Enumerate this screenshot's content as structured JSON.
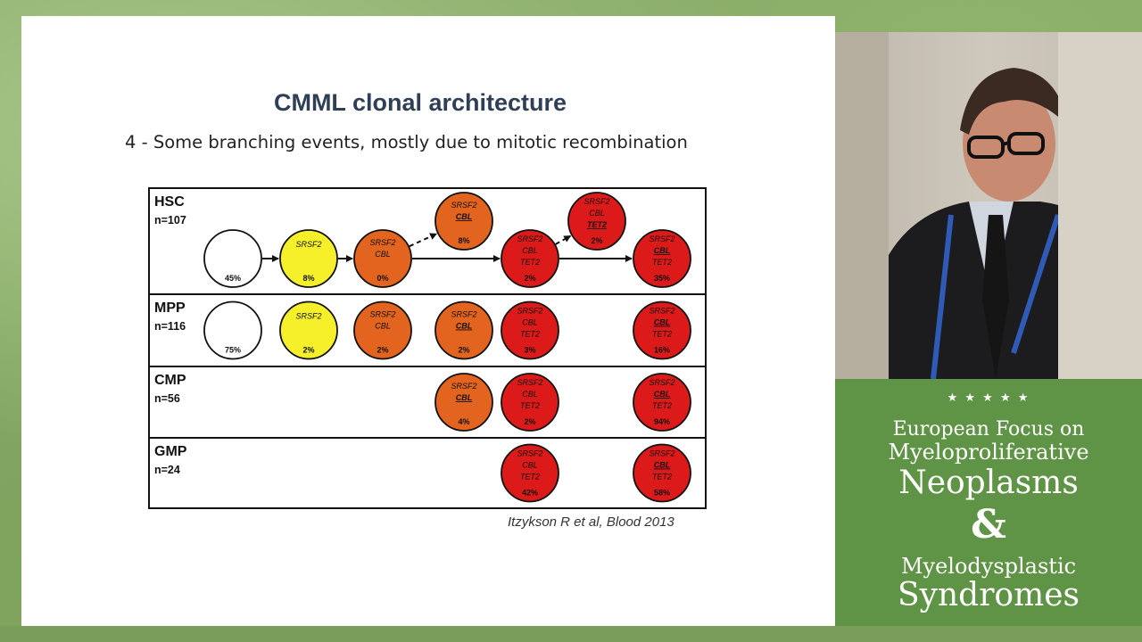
{
  "slide": {
    "title": "CMML clonal architecture",
    "subtitle": "4 - Some branching events, mostly due to mitotic recombination",
    "citation": "Itzykson R et al, Blood 2013"
  },
  "colors": {
    "white": "#ffffff",
    "yellow": "#f5f02a",
    "orange": "#e2641e",
    "red": "#dc1a1a"
  },
  "diagram": {
    "rows": [
      {
        "name": "HSC",
        "n": "n=107",
        "clones": [
          {
            "col": 0,
            "sub": 0,
            "color": "white",
            "genes": [],
            "pct": "45%"
          },
          {
            "col": 1,
            "sub": 0,
            "color": "yellow",
            "genes": [
              {
                "t": "SRSF2"
              }
            ],
            "pct": "8%"
          },
          {
            "col": 2,
            "sub": 0,
            "color": "orange",
            "genes": [
              {
                "t": "SRSF2"
              },
              {
                "t": "CBL"
              }
            ],
            "pct": "0%"
          },
          {
            "col": 3,
            "sub": -1,
            "color": "orange",
            "genes": [
              {
                "t": "SRSF2"
              },
              {
                "t": "CBL",
                "u": true
              }
            ],
            "pct": "8%"
          },
          {
            "col": 4,
            "sub": 0,
            "color": "red",
            "genes": [
              {
                "t": "SRSF2"
              },
              {
                "t": "CBL"
              },
              {
                "t": "TET2"
              }
            ],
            "pct": "2%"
          },
          {
            "col": 5,
            "sub": -1,
            "color": "red",
            "genes": [
              {
                "t": "SRSF2"
              },
              {
                "t": "CBL"
              },
              {
                "t": "TET2",
                "u": true
              }
            ],
            "pct": "2%"
          },
          {
            "col": 6,
            "sub": 0,
            "color": "red",
            "genes": [
              {
                "t": "SRSF2"
              },
              {
                "t": "CBL",
                "u": true
              },
              {
                "t": "TET2"
              }
            ],
            "pct": "35%"
          }
        ]
      },
      {
        "name": "MPP",
        "n": "n=116",
        "clones": [
          {
            "col": 0,
            "sub": 0,
            "color": "white",
            "genes": [],
            "pct": "75%"
          },
          {
            "col": 1,
            "sub": 0,
            "color": "yellow",
            "genes": [
              {
                "t": "SRSF2"
              }
            ],
            "pct": "2%"
          },
          {
            "col": 2,
            "sub": 0,
            "color": "orange",
            "genes": [
              {
                "t": "SRSF2"
              },
              {
                "t": "CBL"
              }
            ],
            "pct": "2%"
          },
          {
            "col": 3,
            "sub": 0,
            "color": "orange",
            "genes": [
              {
                "t": "SRSF2"
              },
              {
                "t": "CBL",
                "u": true
              }
            ],
            "pct": "2%"
          },
          {
            "col": 4,
            "sub": 0,
            "color": "red",
            "genes": [
              {
                "t": "SRSF2"
              },
              {
                "t": "CBL"
              },
              {
                "t": "TET2"
              }
            ],
            "pct": "3%"
          },
          {
            "col": 6,
            "sub": 0,
            "color": "red",
            "genes": [
              {
                "t": "SRSF2"
              },
              {
                "t": "CBL",
                "u": true
              },
              {
                "t": "TET2"
              }
            ],
            "pct": "16%"
          }
        ]
      },
      {
        "name": "CMP",
        "n": "n=56",
        "clones": [
          {
            "col": 3,
            "sub": 0,
            "color": "orange",
            "genes": [
              {
                "t": "SRSF2"
              },
              {
                "t": "CBL",
                "u": true
              }
            ],
            "pct": "4%"
          },
          {
            "col": 4,
            "sub": 0,
            "color": "red",
            "genes": [
              {
                "t": "SRSF2"
              },
              {
                "t": "CBL"
              },
              {
                "t": "TET2"
              }
            ],
            "pct": "2%"
          },
          {
            "col": 6,
            "sub": 0,
            "color": "red",
            "genes": [
              {
                "t": "SRSF2"
              },
              {
                "t": "CBL",
                "u": true
              },
              {
                "t": "TET2"
              }
            ],
            "pct": "94%"
          }
        ]
      },
      {
        "name": "GMP",
        "n": "n=24",
        "clones": [
          {
            "col": 4,
            "sub": 0,
            "color": "red",
            "genes": [
              {
                "t": "SRSF2"
              },
              {
                "t": "CBL"
              },
              {
                "t": "TET2"
              }
            ],
            "pct": "42%"
          },
          {
            "col": 6,
            "sub": 0,
            "color": "red",
            "genes": [
              {
                "t": "SRSF2"
              },
              {
                "t": "CBL",
                "u": true
              },
              {
                "t": "TET2"
              }
            ],
            "pct": "58%"
          }
        ]
      }
    ],
    "arrows": [
      {
        "from": 0,
        "to": 1,
        "style": "solid"
      },
      {
        "from": 1,
        "to": 2,
        "style": "solid"
      },
      {
        "from": 2,
        "to": 3,
        "style": "dashed"
      },
      {
        "from": 2,
        "to": 4,
        "style": "solid"
      },
      {
        "from": 4,
        "to": 5,
        "style": "dashed"
      },
      {
        "from": 4,
        "to": 6,
        "style": "solid"
      }
    ]
  },
  "logo": {
    "stars": "★ ★ ★ ★ ★",
    "line1": "European Focus on",
    "line2": "Myeloproliferative",
    "line3": "Neoplasms",
    "amp": "&",
    "line4": "Myelodysplastic",
    "line5": "Syndromes"
  }
}
